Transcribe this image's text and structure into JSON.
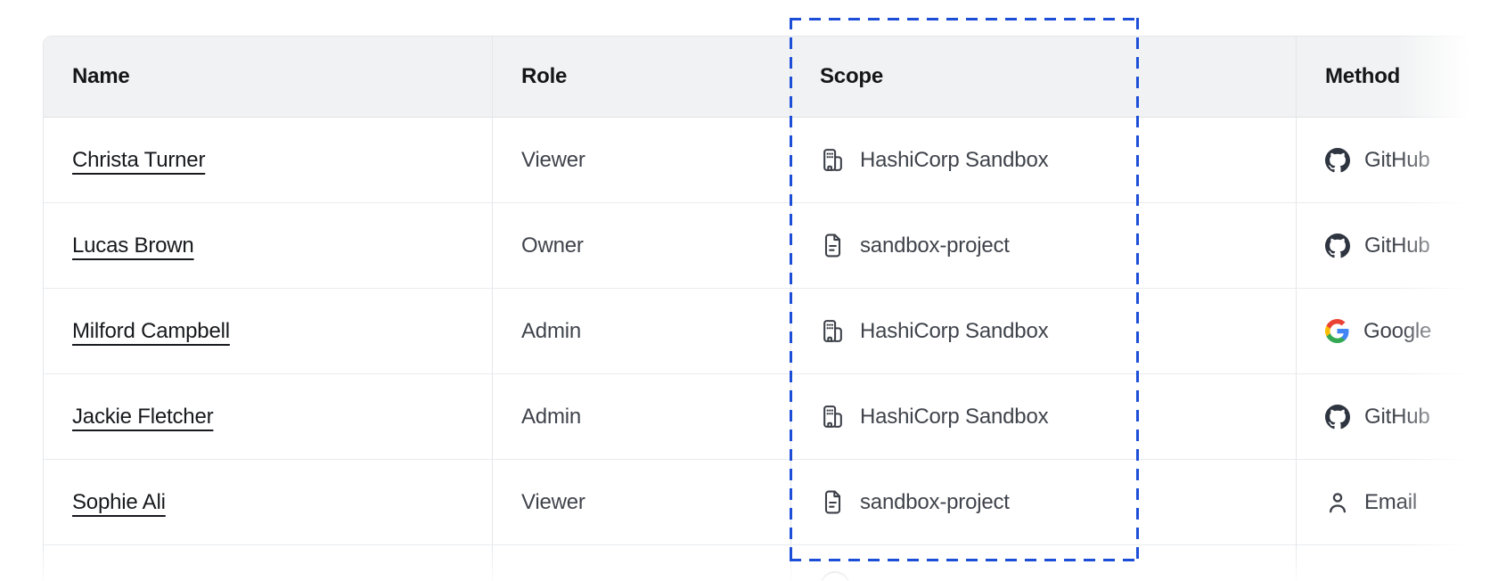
{
  "table": {
    "columns": [
      {
        "label": "Name"
      },
      {
        "label": "Role"
      },
      {
        "label": "Scope"
      },
      {
        "label": "Method"
      }
    ],
    "rows": [
      {
        "name": "Christa Turner",
        "role": "Viewer",
        "scope": {
          "icon": "org-building-icon",
          "label": "HashiCorp Sandbox"
        },
        "method": {
          "icon": "github-icon",
          "label": "GitHub"
        }
      },
      {
        "name": "Lucas Brown",
        "role": "Owner",
        "scope": {
          "icon": "project-file-icon",
          "label": "sandbox-project"
        },
        "method": {
          "icon": "github-icon",
          "label": "GitHub"
        }
      },
      {
        "name": "Milford Campbell",
        "role": "Admin",
        "scope": {
          "icon": "org-building-icon",
          "label": "HashiCorp Sandbox"
        },
        "method": {
          "icon": "google-icon",
          "label": "Google"
        }
      },
      {
        "name": "Jackie Fletcher",
        "role": "Admin",
        "scope": {
          "icon": "org-building-icon",
          "label": "HashiCorp Sandbox"
        },
        "method": {
          "icon": "github-icon",
          "label": "GitHub"
        }
      },
      {
        "name": "Sophie Ali",
        "role": "Viewer",
        "scope": {
          "icon": "project-file-icon",
          "label": "sandbox-project"
        },
        "method": {
          "icon": "person-icon",
          "label": "Email"
        }
      }
    ]
  },
  "annotation": {
    "type": "dashed-rectangle-highlight",
    "target": "Scope column",
    "color": "#1d4ed8"
  },
  "colors": {
    "page_bg": "#ffffff",
    "header_bg": "#f1f2f3",
    "border": "#e4e6ea",
    "text_heading": "#141619",
    "text_body": "#3f434b",
    "text_link": "#17191c",
    "icon_stroke": "#3b3f47",
    "github_mark": "#2f3540",
    "google_blue": "#4285F4",
    "google_green": "#34A853",
    "google_yellow": "#FBBC05",
    "google_red": "#EA4335",
    "highlight_blue": "#1d4ed8"
  }
}
